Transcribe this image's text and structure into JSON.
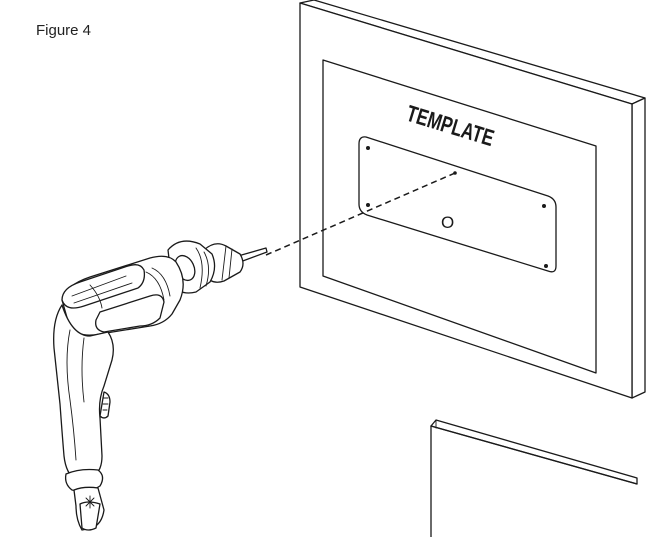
{
  "figure": {
    "label": "Figure 4",
    "template_text": "TEMPLATE",
    "center_mark": "O"
  },
  "colors": {
    "line": "#1a1a1a",
    "background": "#ffffff"
  }
}
